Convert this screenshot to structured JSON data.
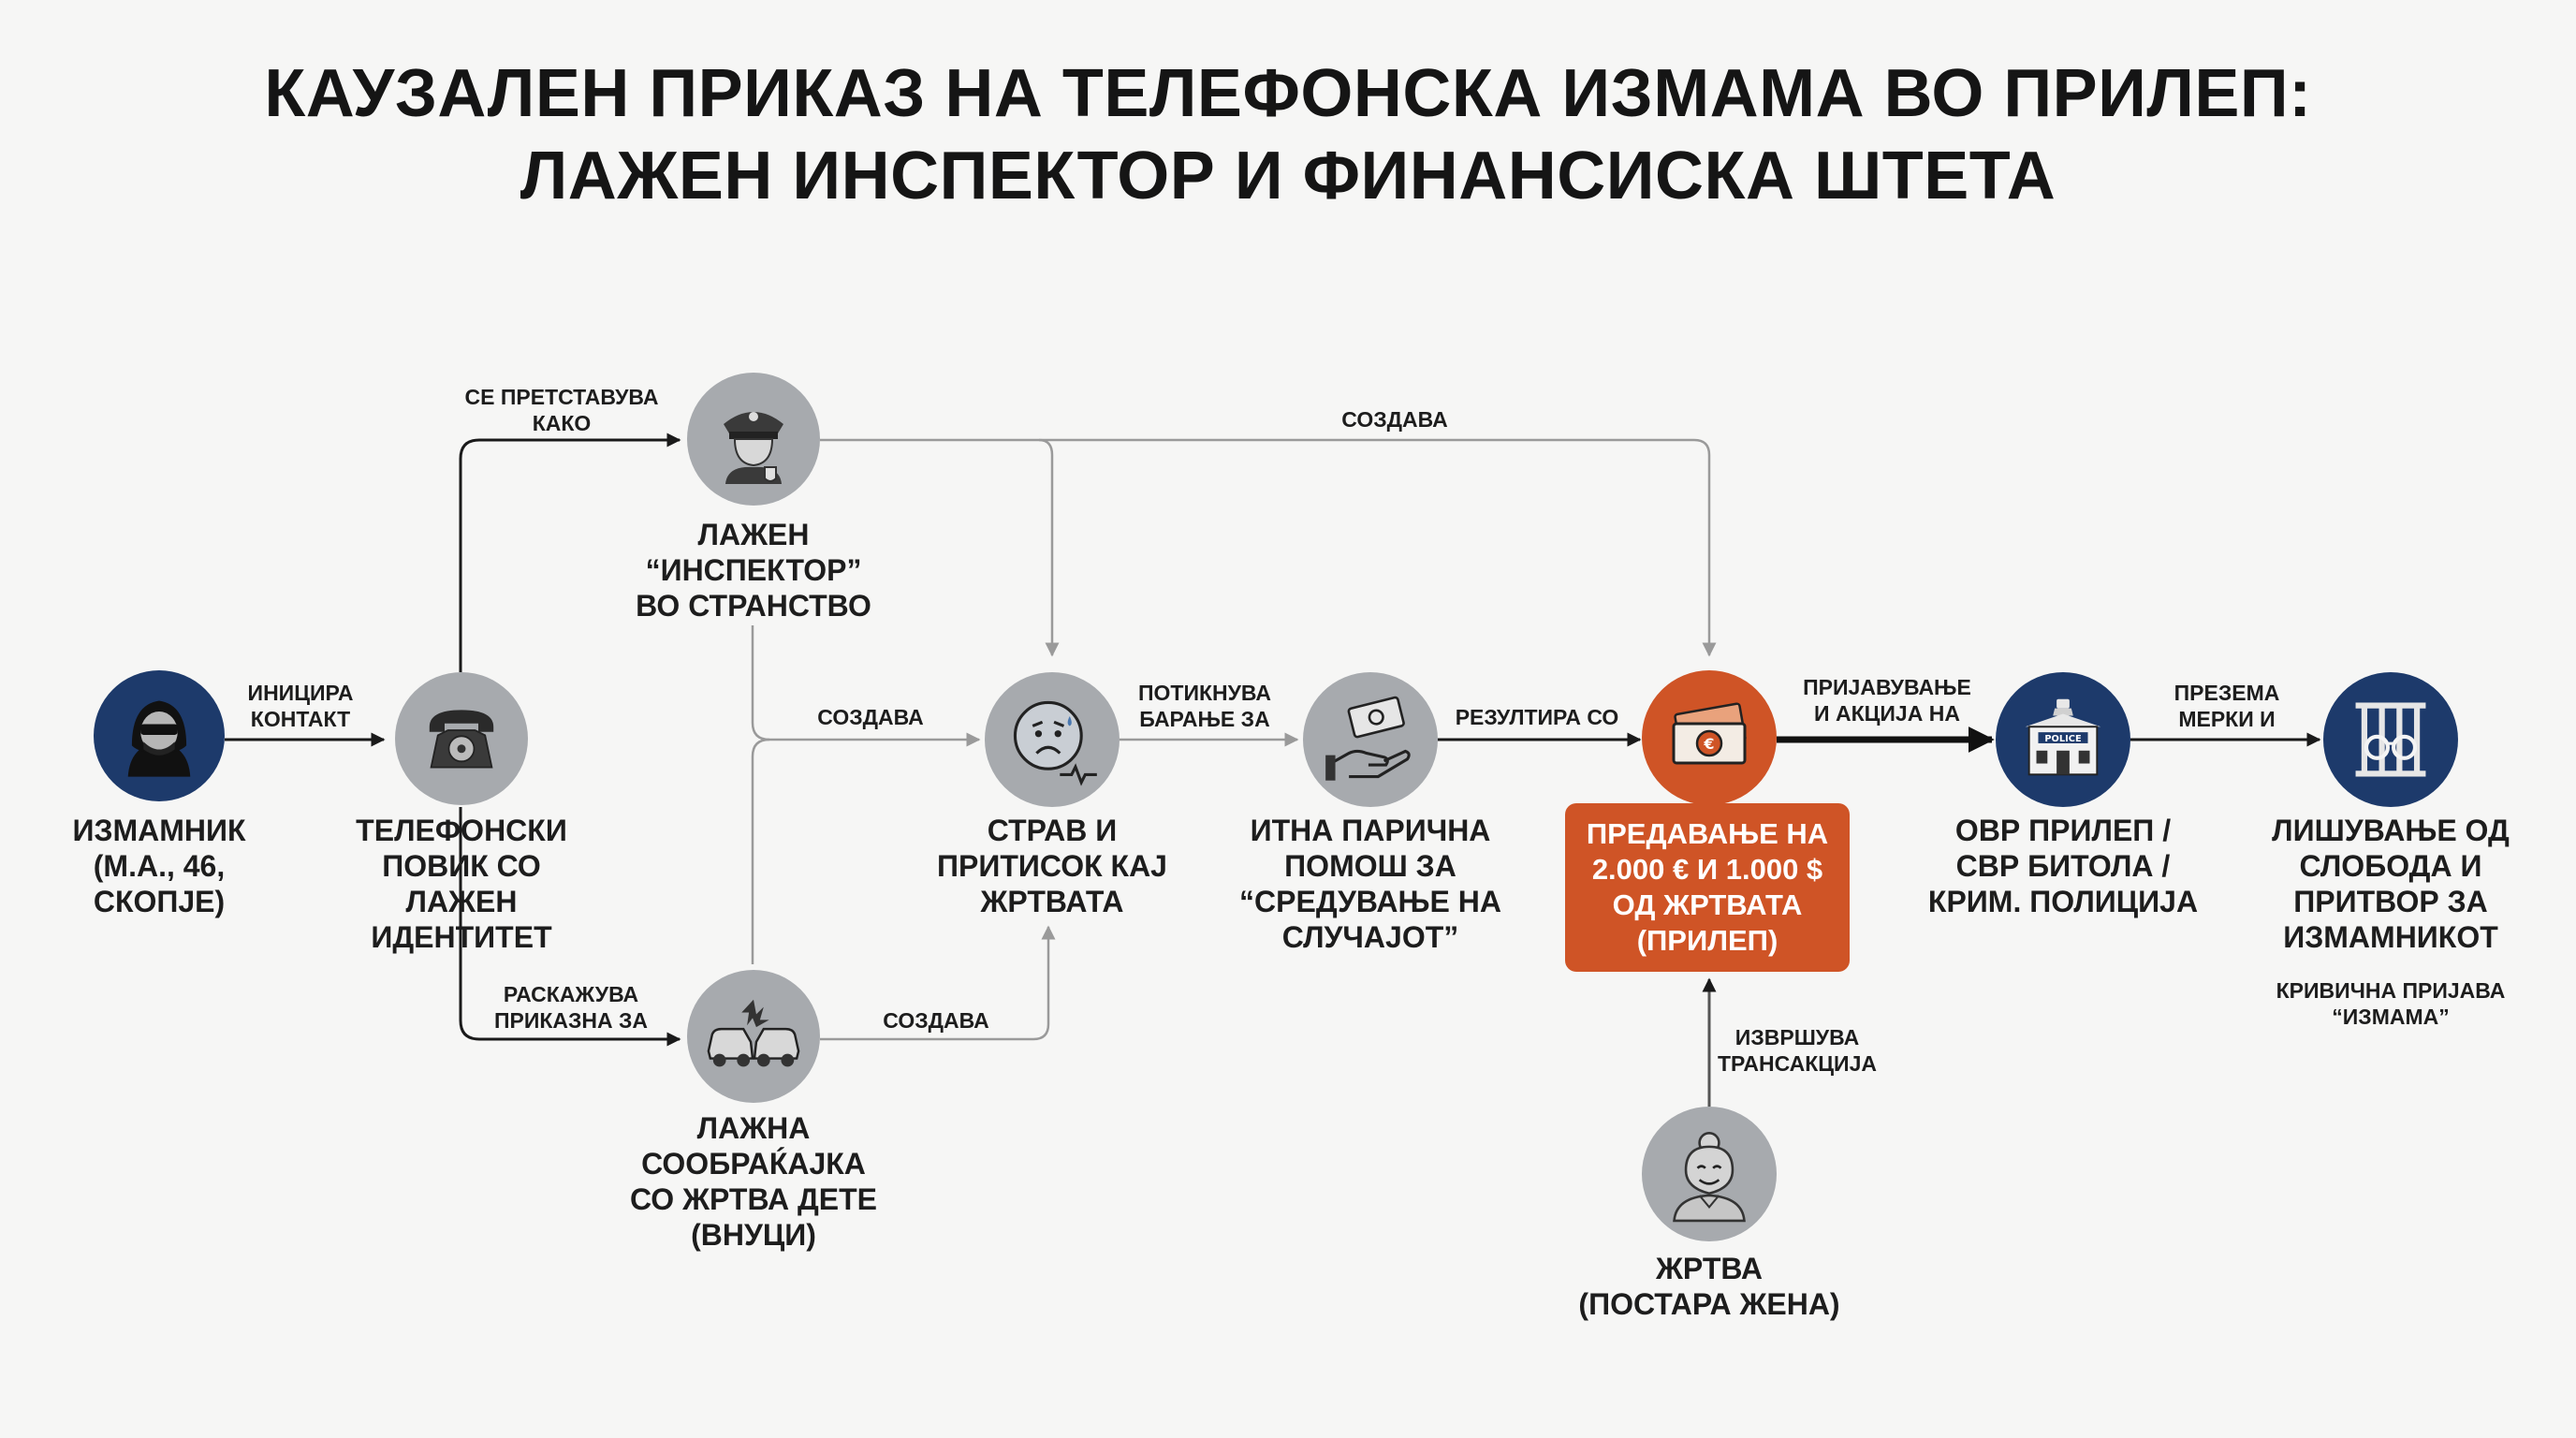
{
  "title": {
    "line1": "КАУЗАЛЕН ПРИКАЗ НА ТЕЛЕФОНСКА ИЗМАМА ВО ПРИЛЕП:",
    "line2": "ЛАЖЕН ИНСПЕКТОР И ФИНАНСИСКА ШТЕТА"
  },
  "nodes": {
    "fraudster": {
      "label": "ИЗМАМНИК\n(М.А., 46,\nСКОПЈЕ)",
      "icon": "hooded-fraudster-icon"
    },
    "phone_call": {
      "label": "ТЕЛЕФОНСКИ\nПОВИК СО\nЛАЖЕН\nИДЕНТИТЕТ",
      "icon": "telephone-icon"
    },
    "fake_inspector": {
      "label": "ЛАЖЕН\n“ИНСПЕКТОР”\nВО СТРАНСТВО",
      "icon": "police-officer-icon"
    },
    "fake_accident": {
      "label": "ЛАЖНА\nСООБРАЌАЈКА\nСО ЖРТВА ДЕТЕ\n(ВНУЦИ)",
      "icon": "car-crash-icon"
    },
    "fear": {
      "label": "СТРАВ И\nПРИТИСОК КАЈ\nЖРТВАТА",
      "icon": "worried-face-icon"
    },
    "urgent_help": {
      "label": "ИТНА ПАРИЧНА\nПОМОШ ЗА\n“СРЕДУВАЊЕ НА\nСЛУЧАЈОТ”",
      "icon": "money-hand-icon"
    },
    "handover": {
      "label": "ПРЕДАВАЊЕ НА\n2.000 € И 1.000 $\nОД ЖРТВАТА\n(ПРИЛЕП)",
      "icon": "cash-icon"
    },
    "police": {
      "label": "ОВР ПРИЛЕП /\nСВР БИТОЛА /\nКРИМ. ПОЛИЦИЈА",
      "icon": "police-station-icon",
      "sign": "POLICE"
    },
    "detention": {
      "label": "ЛИШУВАЊЕ ОД\nСЛОБОДА И\nПРИТВОР ЗА\nИЗМАМНИКОТ",
      "icon": "jail-cuffs-icon",
      "note": "КРИВИЧНА ПРИЈАВА\n“ИЗМАМА”"
    },
    "victim": {
      "label": "ЖРТВА\n(ПОСТАРА ЖЕНА)",
      "icon": "elderly-woman-icon"
    }
  },
  "edges": {
    "initiates": "ИНИЦИРА\nКОНТАКТ",
    "presents_as": "СЕ ПРЕТСТАВУВА\nКАКО",
    "tells_story": "РАСКАЖУВА\nПРИКАЗНА ЗА",
    "creates_top": "СОЗДАВА",
    "creates_mid": "СОЗДАВА",
    "creates_bottom": "СОЗДАВА",
    "prompts": "ПОТИКНУВА\nБАРАЊЕ ЗА",
    "results": "РЕЗУЛТИРА СО",
    "reports": "ПРИЈАВУВАЊЕ\nИ АКЦИЈА НА",
    "measures": "ПРЕЗЕМА\nМЕРКИ И",
    "transaction": "ИЗВРШУВА\nТРАНСАКЦИЈА"
  },
  "colors": {
    "navy": "#1d3a6b",
    "grey": "#a7aaae",
    "orange": "#cf5426",
    "line_grey": "#9a9a9a",
    "line_dark": "#1a1a1a",
    "background": "#f6f6f5"
  }
}
